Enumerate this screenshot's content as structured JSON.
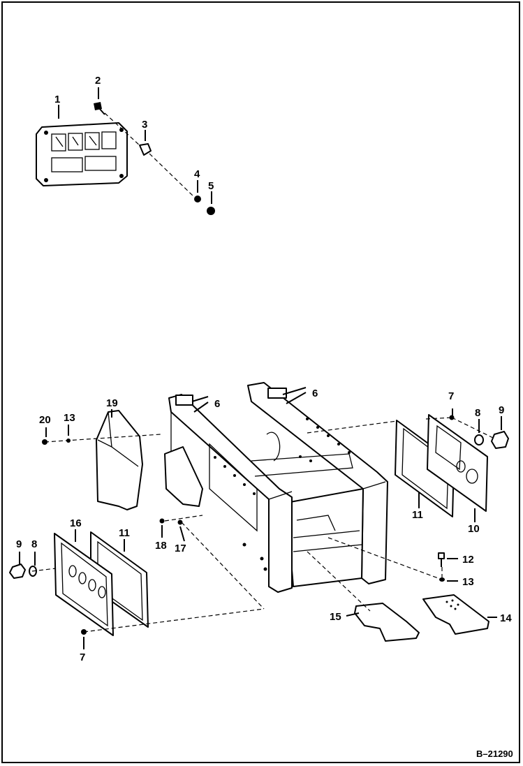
{
  "diagram": {
    "reference": "B–21290",
    "callouts": {
      "c1": "1",
      "c2": "2",
      "c3": "3",
      "c4": "4",
      "c5": "5",
      "c6a": "6",
      "c6b": "6",
      "c7a": "7",
      "c7b": "7",
      "c8a": "8",
      "c8b": "8",
      "c9a": "9",
      "c9b": "9",
      "c10": "10",
      "c11a": "11",
      "c11b": "11",
      "c12": "12",
      "c13a": "13",
      "c13b": "13",
      "c14": "14",
      "c15": "15",
      "c16": "16",
      "c17": "17",
      "c18": "18",
      "c19": "19",
      "c20": "20"
    }
  }
}
